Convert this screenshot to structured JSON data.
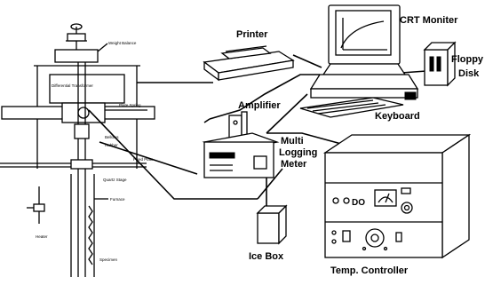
{
  "labels": {
    "printer": "Printer",
    "crt_monitor": "CRT Moniter",
    "floppy_disk_line1": "Floppy",
    "floppy_disk_line2": "Disk",
    "keyboard": "Keyboard",
    "amplifier": "Amplifier",
    "multi_logging_meter_line1": "Multi",
    "multi_logging_meter_line2": "Logging",
    "multi_logging_meter_line3": "Meter",
    "ice_box": "Ice Box",
    "temp_controller": "Temp. Controller"
  },
  "apparatus_labels": {
    "weight_balance": "Weight Balance",
    "differential_transformer": "Differential Transformer",
    "plate_spring": "Plate Spring",
    "specimen_bellows": "Bellows",
    "rubber": "Rubber",
    "fixed_plate": "Fixed Plate",
    "quartz_stage": "Quartz Stage",
    "furnace": "Furnace",
    "heater": "Heater",
    "specimen": "Specimen"
  },
  "colors": {
    "ink": "#000000",
    "paper": "#ffffff"
  }
}
